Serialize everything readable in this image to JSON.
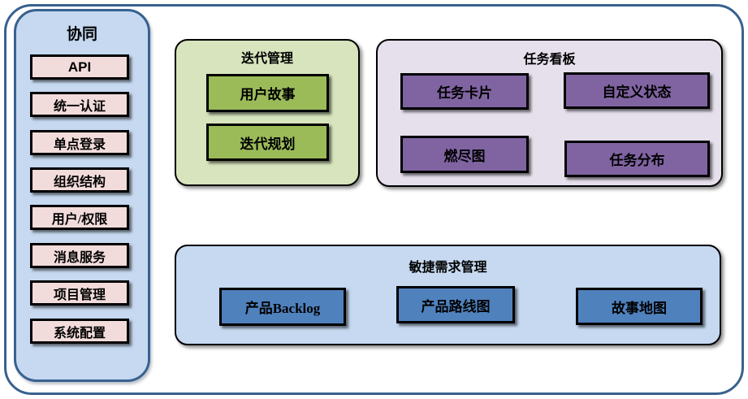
{
  "sidebar": {
    "title": "协同",
    "items": [
      "API",
      "统一认证",
      "单点登录",
      "组织结构",
      "用户/权限",
      "消息服务",
      "项目管理",
      "系统配置"
    ]
  },
  "groups": [
    {
      "title": "迭代管理",
      "items": [
        "用户故事",
        "迭代规划"
      ]
    },
    {
      "title": "任务看板",
      "items": [
        "任务卡片",
        "自定义状态",
        "燃尽图",
        "任务分布"
      ]
    },
    {
      "title": "敏捷需求管理",
      "items": [
        "产品Backlog",
        "产品路线图",
        "故事地图"
      ]
    }
  ],
  "colors": {
    "frame_border": "#38618F",
    "sidebar_fill": "#C6D9F1",
    "sidebar_item_fill": "#F2DCDB",
    "iteration_group_fill": "#D7E4BD",
    "iteration_item_fill": "#9BBB59",
    "kanban_group_fill": "#E6E0EC",
    "kanban_item_fill": "#8064A2",
    "requirements_group_fill": "#C6D9F1",
    "requirements_item_fill": "#4F81BD",
    "box_border": "#000000"
  }
}
